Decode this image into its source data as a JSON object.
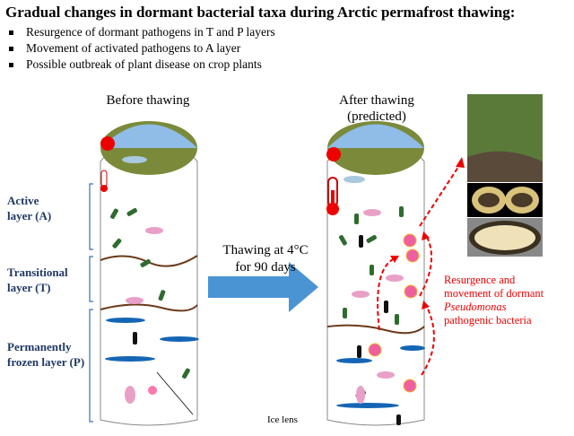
{
  "title": "Gradual changes in dormant bacterial taxa during Arctic permafrost thawing:",
  "bullets": [
    "Resurgence of dormant pathogens in T and P layers",
    "Movement of activated pathogens to A layer",
    "Possible outbreak of plant disease on crop plants"
  ],
  "before_label": "Before thawing",
  "after_label": [
    "After thawing",
    "(predicted)"
  ],
  "layers": {
    "active": [
      "Active",
      "layer (A)"
    ],
    "transitional": [
      "Transitional",
      "layer (T)"
    ],
    "frozen": [
      "Permanently",
      "frozen layer (P)"
    ]
  },
  "arrow_text": [
    "Thawing at 4°C",
    "for 90 days"
  ],
  "annotation": [
    "Resurgence and",
    "movement of dormant",
    "Pseudomonas",
    "pathogenic bacteria"
  ],
  "ice_lens": "Ice lens",
  "colors": {
    "label": "#1f3864",
    "red": "#e00000",
    "arrow": "#3a8fd0",
    "ice": "#1565b5",
    "soil": "#6b3a1a"
  }
}
